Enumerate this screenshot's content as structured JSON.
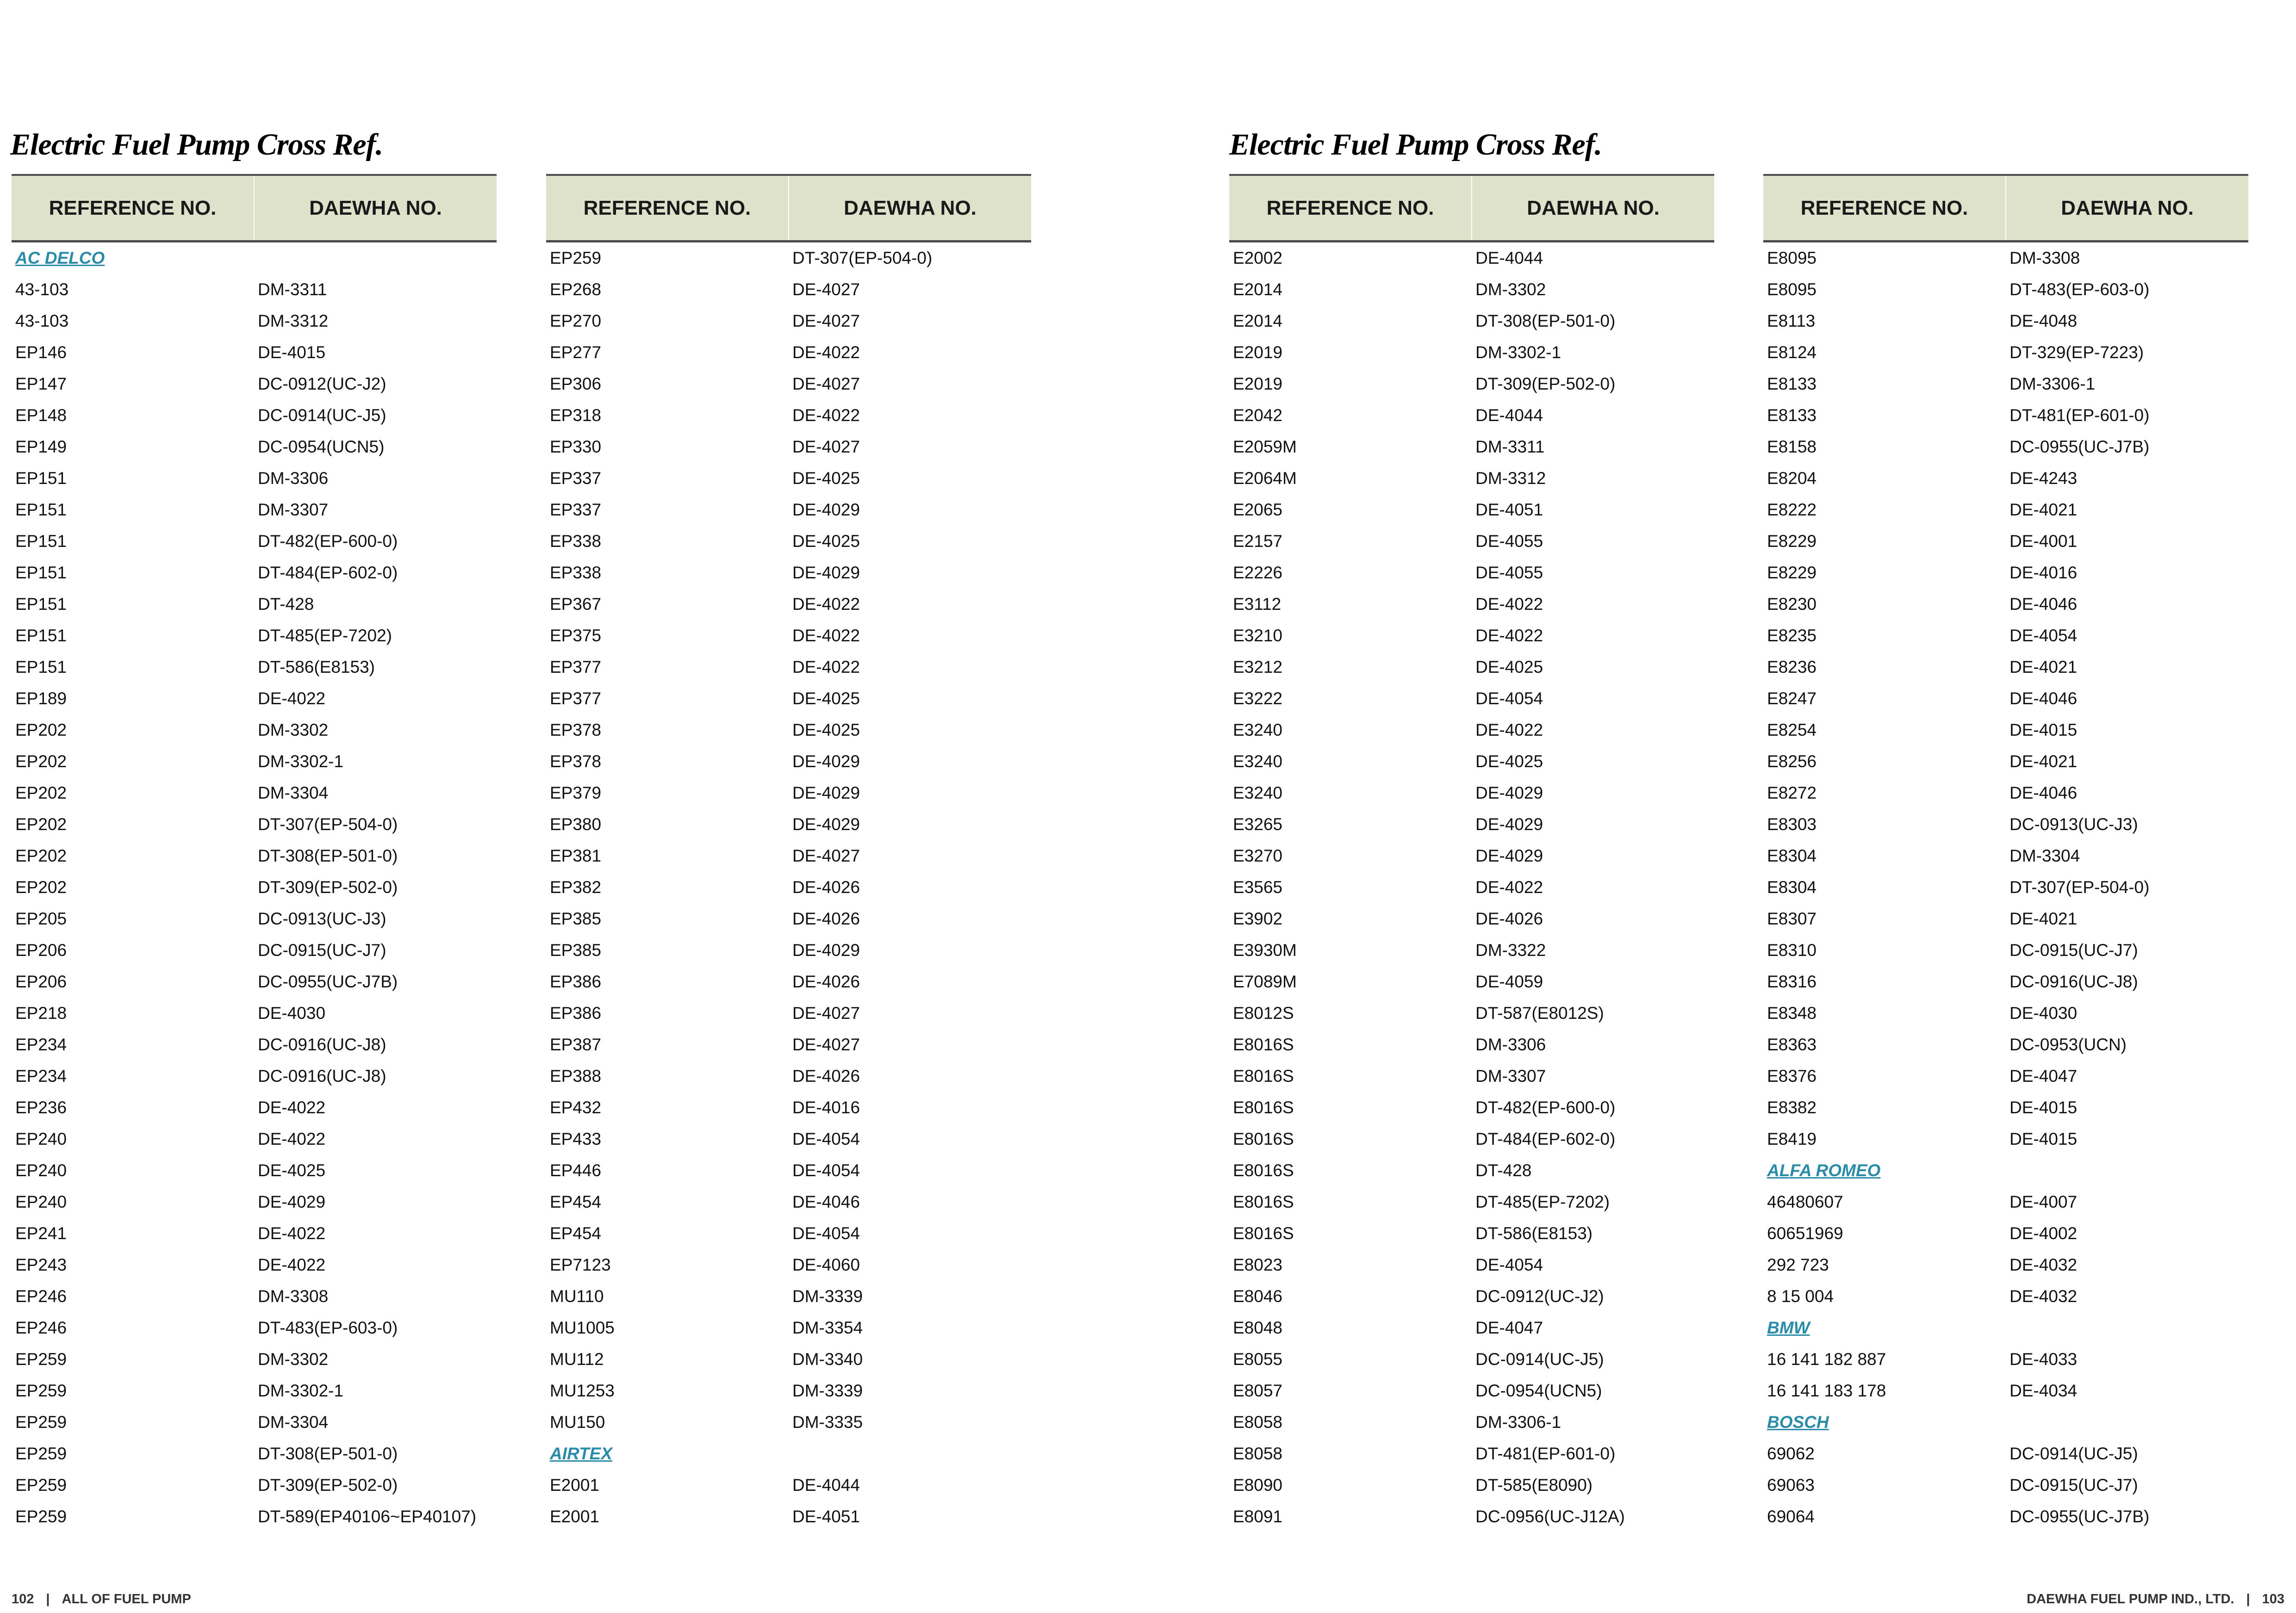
{
  "left_page": {
    "title": "Electric Fuel Pump Cross Ref.",
    "footer": {
      "page": "102",
      "separator": "|",
      "text": "ALL OF FUEL PUMP"
    }
  },
  "right_page": {
    "title": "Electric Fuel Pump Cross Ref.",
    "footer": {
      "text": "DAEWHA FUEL PUMP IND., LTD.",
      "separator": "|",
      "page": "103"
    }
  },
  "headers": {
    "reference": "REFERENCE NO.",
    "daewha": "DAEWHA NO."
  },
  "tables": [
    [
      [
        "AC DELCO",
        ""
      ],
      [
        "43-103",
        "DM-3311"
      ],
      [
        "43-103",
        "DM-3312"
      ],
      [
        "EP146",
        "DE-4015"
      ],
      [
        "EP147",
        "DC-0912(UC-J2)"
      ],
      [
        "EP148",
        "DC-0914(UC-J5)"
      ],
      [
        "EP149",
        "DC-0954(UCN5)"
      ],
      [
        "EP151",
        "DM-3306"
      ],
      [
        "EP151",
        "DM-3307"
      ],
      [
        "EP151",
        "DT-482(EP-600-0)"
      ],
      [
        "EP151",
        "DT-484(EP-602-0)"
      ],
      [
        "EP151",
        "DT-428"
      ],
      [
        "EP151",
        "DT-485(EP-7202)"
      ],
      [
        "EP151",
        "DT-586(E8153)"
      ],
      [
        "EP189",
        "DE-4022"
      ],
      [
        "EP202",
        "DM-3302"
      ],
      [
        "EP202",
        "DM-3302-1"
      ],
      [
        "EP202",
        "DM-3304"
      ],
      [
        "EP202",
        "DT-307(EP-504-0)"
      ],
      [
        "EP202",
        "DT-308(EP-501-0)"
      ],
      [
        "EP202",
        "DT-309(EP-502-0)"
      ],
      [
        "EP205",
        "DC-0913(UC-J3)"
      ],
      [
        "EP206",
        "DC-0915(UC-J7)"
      ],
      [
        "EP206",
        "DC-0955(UC-J7B)"
      ],
      [
        "EP218",
        "DE-4030"
      ],
      [
        "EP234",
        "DC-0916(UC-J8)"
      ],
      [
        "EP234",
        "DC-0916(UC-J8)"
      ],
      [
        "EP236",
        "DE-4022"
      ],
      [
        "EP240",
        "DE-4022"
      ],
      [
        "EP240",
        "DE-4025"
      ],
      [
        "EP240",
        "DE-4029"
      ],
      [
        "EP241",
        "DE-4022"
      ],
      [
        "EP243",
        "DE-4022"
      ],
      [
        "EP246",
        "DM-3308"
      ],
      [
        "EP246",
        "DT-483(EP-603-0)"
      ],
      [
        "EP259",
        "DM-3302"
      ],
      [
        "EP259",
        "DM-3302-1"
      ],
      [
        "EP259",
        "DM-3304"
      ],
      [
        "EP259",
        "DT-308(EP-501-0)"
      ],
      [
        "EP259",
        "DT-309(EP-502-0)"
      ],
      [
        "EP259",
        "DT-589(EP40106~EP40107)"
      ]
    ],
    [
      [
        "EP259",
        "DT-307(EP-504-0)"
      ],
      [
        "EP268",
        "DE-4027"
      ],
      [
        "EP270",
        "DE-4027"
      ],
      [
        "EP277",
        "DE-4022"
      ],
      [
        "EP306",
        "DE-4027"
      ],
      [
        "EP318",
        "DE-4022"
      ],
      [
        "EP330",
        "DE-4027"
      ],
      [
        "EP337",
        "DE-4025"
      ],
      [
        "EP337",
        "DE-4029"
      ],
      [
        "EP338",
        "DE-4025"
      ],
      [
        "EP338",
        "DE-4029"
      ],
      [
        "EP367",
        "DE-4022"
      ],
      [
        "EP375",
        "DE-4022"
      ],
      [
        "EP377",
        "DE-4022"
      ],
      [
        "EP377",
        "DE-4025"
      ],
      [
        "EP378",
        "DE-4025"
      ],
      [
        "EP378",
        "DE-4029"
      ],
      [
        "EP379",
        "DE-4029"
      ],
      [
        "EP380",
        "DE-4029"
      ],
      [
        "EP381",
        "DE-4027"
      ],
      [
        "EP382",
        "DE-4026"
      ],
      [
        "EP385",
        "DE-4026"
      ],
      [
        "EP385",
        "DE-4029"
      ],
      [
        "EP386",
        "DE-4026"
      ],
      [
        "EP386",
        "DE-4027"
      ],
      [
        "EP387",
        "DE-4027"
      ],
      [
        "EP388",
        "DE-4026"
      ],
      [
        "EP432",
        "DE-4016"
      ],
      [
        "EP433",
        "DE-4054"
      ],
      [
        "EP446",
        "DE-4054"
      ],
      [
        "EP454",
        "DE-4046"
      ],
      [
        "EP454",
        "DE-4054"
      ],
      [
        "EP7123",
        "DE-4060"
      ],
      [
        "MU110",
        "DM-3339"
      ],
      [
        "MU1005",
        "DM-3354"
      ],
      [
        "MU112",
        "DM-3340"
      ],
      [
        "MU1253",
        "DM-3339"
      ],
      [
        "MU150",
        "DM-3335"
      ],
      [
        "AIRTEX",
        ""
      ],
      [
        "E2001",
        "DE-4044"
      ],
      [
        "E2001",
        "DE-4051"
      ]
    ],
    [
      [
        "E2002",
        "DE-4044"
      ],
      [
        "E2014",
        "DM-3302"
      ],
      [
        "E2014",
        "DT-308(EP-501-0)"
      ],
      [
        "E2019",
        "DM-3302-1"
      ],
      [
        "E2019",
        "DT-309(EP-502-0)"
      ],
      [
        "E2042",
        "DE-4044"
      ],
      [
        "E2059M",
        "DM-3311"
      ],
      [
        "E2064M",
        "DM-3312"
      ],
      [
        "E2065",
        "DE-4051"
      ],
      [
        "E2157",
        "DE-4055"
      ],
      [
        "E2226",
        "DE-4055"
      ],
      [
        "E3112",
        "DE-4022"
      ],
      [
        "E3210",
        "DE-4022"
      ],
      [
        "E3212",
        "DE-4025"
      ],
      [
        "E3222",
        "DE-4054"
      ],
      [
        "E3240",
        "DE-4022"
      ],
      [
        "E3240",
        "DE-4025"
      ],
      [
        "E3240",
        "DE-4029"
      ],
      [
        "E3265",
        "DE-4029"
      ],
      [
        "E3270",
        "DE-4029"
      ],
      [
        "E3565",
        "DE-4022"
      ],
      [
        "E3902",
        "DE-4026"
      ],
      [
        "E3930M",
        "DM-3322"
      ],
      [
        "E7089M",
        "DE-4059"
      ],
      [
        "E8012S",
        "DT-587(E8012S)"
      ],
      [
        "E8016S",
        "DM-3306"
      ],
      [
        "E8016S",
        "DM-3307"
      ],
      [
        "E8016S",
        "DT-482(EP-600-0)"
      ],
      [
        "E8016S",
        "DT-484(EP-602-0)"
      ],
      [
        "E8016S",
        "DT-428"
      ],
      [
        "E8016S",
        "DT-485(EP-7202)"
      ],
      [
        "E8016S",
        "DT-586(E8153)"
      ],
      [
        "E8023",
        "DE-4054"
      ],
      [
        "E8046",
        "DC-0912(UC-J2)"
      ],
      [
        "E8048",
        "DE-4047"
      ],
      [
        "E8055",
        "DC-0914(UC-J5)"
      ],
      [
        "E8057",
        "DC-0954(UCN5)"
      ],
      [
        "E8058",
        "DM-3306-1"
      ],
      [
        "E8058",
        "DT-481(EP-601-0)"
      ],
      [
        "E8090",
        "DT-585(E8090)"
      ],
      [
        "E8091",
        "DC-0956(UC-J12A)"
      ]
    ],
    [
      [
        "E8095",
        "DM-3308"
      ],
      [
        "E8095",
        "DT-483(EP-603-0)"
      ],
      [
        "E8113",
        "DE-4048"
      ],
      [
        "E8124",
        "DT-329(EP-7223)"
      ],
      [
        "E8133",
        "DM-3306-1"
      ],
      [
        "E8133",
        "DT-481(EP-601-0)"
      ],
      [
        "E8158",
        "DC-0955(UC-J7B)"
      ],
      [
        "E8204",
        "DE-4243"
      ],
      [
        "E8222",
        "DE-4021"
      ],
      [
        "E8229",
        "DE-4001"
      ],
      [
        "E8229",
        "DE-4016"
      ],
      [
        "E8230",
        "DE-4046"
      ],
      [
        "E8235",
        "DE-4054"
      ],
      [
        "E8236",
        "DE-4021"
      ],
      [
        "E8247",
        "DE-4046"
      ],
      [
        "E8254",
        "DE-4015"
      ],
      [
        "E8256",
        "DE-4021"
      ],
      [
        "E8272",
        "DE-4046"
      ],
      [
        "E8303",
        "DC-0913(UC-J3)"
      ],
      [
        "E8304",
        "DM-3304"
      ],
      [
        "E8304",
        "DT-307(EP-504-0)"
      ],
      [
        "E8307",
        "DE-4021"
      ],
      [
        "E8310",
        "DC-0915(UC-J7)"
      ],
      [
        "E8316",
        "DC-0916(UC-J8)"
      ],
      [
        "E8348",
        "DE-4030"
      ],
      [
        "E8363",
        "DC-0953(UCN)"
      ],
      [
        "E8376",
        "DE-4047"
      ],
      [
        "E8382",
        "DE-4015"
      ],
      [
        "E8419",
        "DE-4015"
      ],
      [
        "ALFA ROMEO",
        ""
      ],
      [
        "46480607",
        "DE-4007"
      ],
      [
        "60651969",
        "DE-4002"
      ],
      [
        "292 723",
        "DE-4032"
      ],
      [
        "8 15 004",
        "DE-4032"
      ],
      [
        "BMW",
        ""
      ],
      [
        "16 141 182 887",
        "DE-4033"
      ],
      [
        "16 141 183 178",
        "DE-4034"
      ],
      [
        "BOSCH",
        ""
      ],
      [
        "69062",
        "DC-0914(UC-J5)"
      ],
      [
        "69063",
        "DC-0915(UC-J7)"
      ],
      [
        "69064",
        "DC-0955(UC-J7B)"
      ]
    ]
  ],
  "colors": {
    "header_bg": "#dfe2cb",
    "brand_link": "#2b8ca8",
    "rule": "#4a4a4a"
  }
}
